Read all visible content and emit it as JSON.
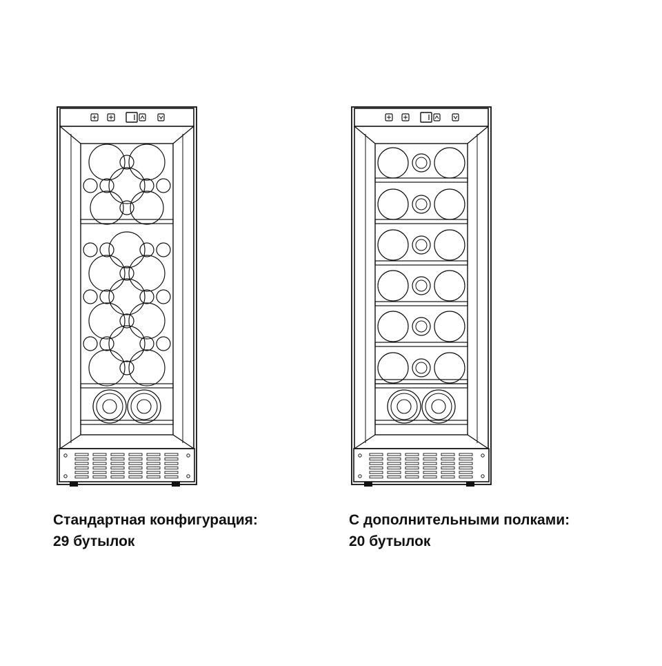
{
  "colors": {
    "line": "#111111",
    "background": "#ffffff"
  },
  "panels": [
    {
      "id": "standard",
      "caption_line1": "Стандартная конфигурация:",
      "caption_line2": "29 бутылок",
      "configuration": "standard"
    },
    {
      "id": "extra-shelves",
      "caption_line1": "С дополнительными полками:",
      "caption_line2": "20 бутылок",
      "configuration": "extra-shelves"
    }
  ],
  "icons": [
    "snowflake-button-icon",
    "light-button-icon",
    "temperature-display-icon",
    "up-button-icon",
    "down-button-icon"
  ]
}
